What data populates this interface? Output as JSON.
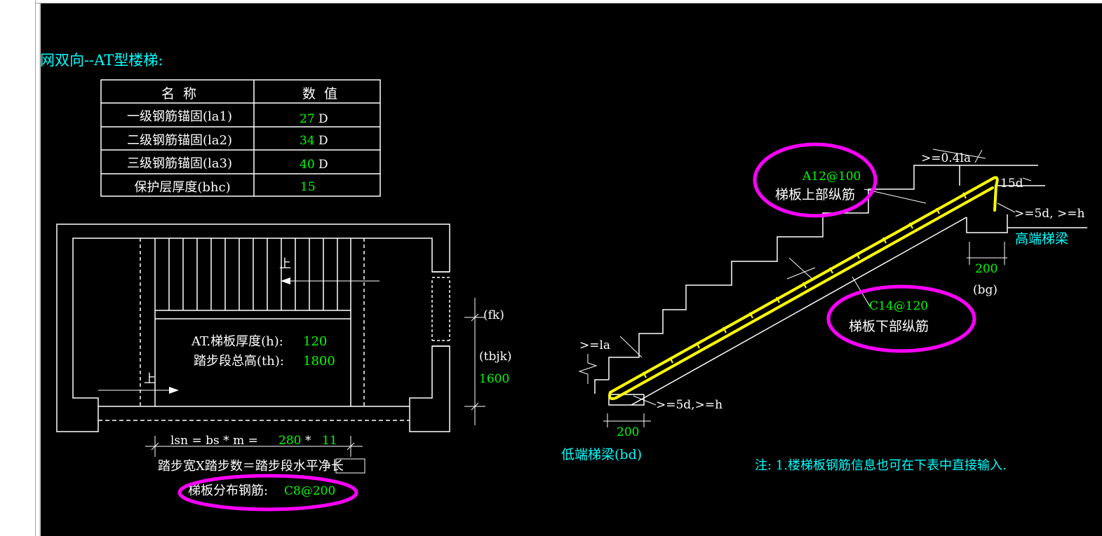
{
  "title": "网双向--AT型楼梯:",
  "table": {
    "headers": [
      "名  称",
      "数  值"
    ],
    "rows": [
      {
        "name": "一级钢筋锚固(la1)",
        "value": "27",
        "unit": "D"
      },
      {
        "name": "二级钢筋锚固(la2)",
        "value": "34",
        "unit": "D"
      },
      {
        "name": "三级钢筋锚固(la3)",
        "value": "40",
        "unit": "D"
      },
      {
        "name": "保护层厚度(bhc)",
        "value": "15",
        "unit": ""
      }
    ]
  },
  "plan": {
    "up_label_1": "上",
    "up_label_2": "上",
    "thickness_label": "AT.梯板厚度(h):",
    "thickness_value": "120",
    "total_height_label": "踏步段总高(th):",
    "total_height_value": "1800",
    "dim_fk": "(fk)",
    "dim_tbjk": "(tbjk)",
    "dim_tbjk_value": "1600",
    "lsn_formula": "lsn = bs * m =",
    "lsn_bs": "280",
    "lsn_star": "*",
    "lsn_m": "11",
    "formula_text": "踏步宽X踏步数＝踏步段水平净长",
    "dist_rebar_label": "梯板分布钢筋:",
    "dist_rebar_value": "C8@200"
  },
  "section": {
    "top_rebar_value": "A12@100",
    "top_rebar_label": "梯板上部纵筋",
    "bottom_rebar_value": "C14@120",
    "bottom_rebar_label": "梯板下部纵筋",
    "anchor_top": ">=0.4la",
    "anchor_15d": "15d",
    "anchor_5d_high": ">=5d, >=h",
    "anchor_la": ">=la",
    "anchor_5d_low": ">=5d,>=h",
    "high_beam_label": "高端梯梁",
    "high_beam_dim": "200",
    "high_beam_code": "(bg)",
    "low_beam_dim": "200",
    "low_beam_label": "低端梯梁(bd)",
    "note": "注: 1.楼梯板钢筋信息也可在下表中直接输入."
  },
  "colors": {
    "background": "#000000",
    "line": "#ffffff",
    "value_green": "#00ff00",
    "label_cyan": "#00ffff",
    "rebar_yellow": "#ffff00",
    "highlight_magenta": "#ff00ff"
  }
}
